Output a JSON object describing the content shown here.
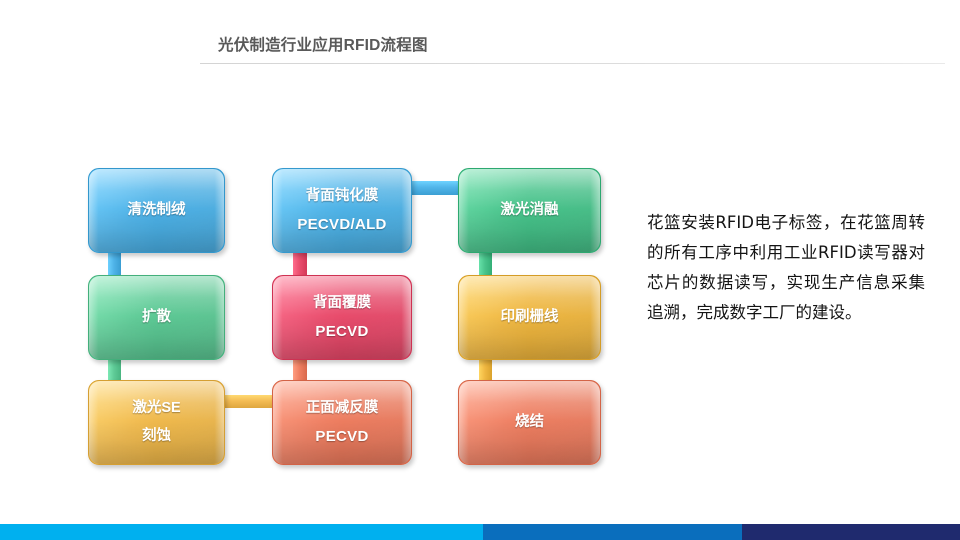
{
  "slide": {
    "title": "光伏制造行业应用RFID流程图",
    "background_color": "#ffffff"
  },
  "flow_chart": {
    "nodes": [
      {
        "id": "clean",
        "lines": [
          "清洗制绒"
        ],
        "color": "#4fb3e8",
        "column": 1,
        "row": 1
      },
      {
        "id": "diffusion",
        "lines": [
          "扩散"
        ],
        "color": "#5fcb97",
        "column": 1,
        "row": 2
      },
      {
        "id": "laser-se",
        "lines": [
          "激光SE",
          "刻蚀"
        ],
        "color": "#f1bb4f",
        "column": 1,
        "row": 3
      },
      {
        "id": "back-passiv",
        "lines": [
          "背面钝化膜",
          "PECVD/ALD"
        ],
        "color": "#51b5e9",
        "column": 2,
        "row": 1
      },
      {
        "id": "back-coat",
        "lines": [
          "背面覆膜",
          "PECVD"
        ],
        "color": "#ea4e6e",
        "column": 2,
        "row": 2
      },
      {
        "id": "front-ar",
        "lines": [
          "正面减反膜",
          "PECVD"
        ],
        "color": "#ef7f62",
        "column": 2,
        "row": 3
      },
      {
        "id": "laser-ablate",
        "lines": [
          "激光消融"
        ],
        "color": "#49c48c",
        "column": 3,
        "row": 1
      },
      {
        "id": "print-grid",
        "lines": [
          "印刷栅线"
        ],
        "color": "#f0b842",
        "column": 3,
        "row": 2
      },
      {
        "id": "sintering",
        "lines": [
          "烧结"
        ],
        "color": "#ef8063",
        "column": 3,
        "row": 3
      }
    ],
    "connectors": [
      {
        "id": "clean-to-diffusion",
        "orientation": "vertical",
        "color": "#4fb3e8"
      },
      {
        "id": "diffusion-to-laser-se",
        "orientation": "vertical",
        "color": "#5fcb97"
      },
      {
        "id": "back-passiv-to-back-coat",
        "orientation": "vertical",
        "color": "#ea4e6e"
      },
      {
        "id": "back-coat-to-front-ar",
        "orientation": "vertical",
        "color": "#ef7f62"
      },
      {
        "id": "laser-ablate-to-print",
        "orientation": "vertical",
        "color": "#49c48c"
      },
      {
        "id": "print-to-sintering",
        "orientation": "vertical",
        "color": "#f0b842"
      },
      {
        "id": "laser-se-to-front-ar",
        "orientation": "horizontal",
        "color": "#f4bc54"
      },
      {
        "id": "back-passiv-to-ablate",
        "orientation": "horizontal",
        "color": "#51b5e9"
      }
    ]
  },
  "description": {
    "text": "花篮安装RFID电子标签，在花篮周转的所有工序中利用工业RFID读写器对芯片的数据读写，实现生产信息采集追溯，完成数字工厂的建设。"
  },
  "footer": {
    "segments": [
      {
        "id": "footer-segment-cyan",
        "color": "#00b0ef"
      },
      {
        "id": "footer-segment-blue",
        "color": "#0a6ebd"
      },
      {
        "id": "footer-segment-navy",
        "color": "#1f2a6e"
      }
    ]
  }
}
